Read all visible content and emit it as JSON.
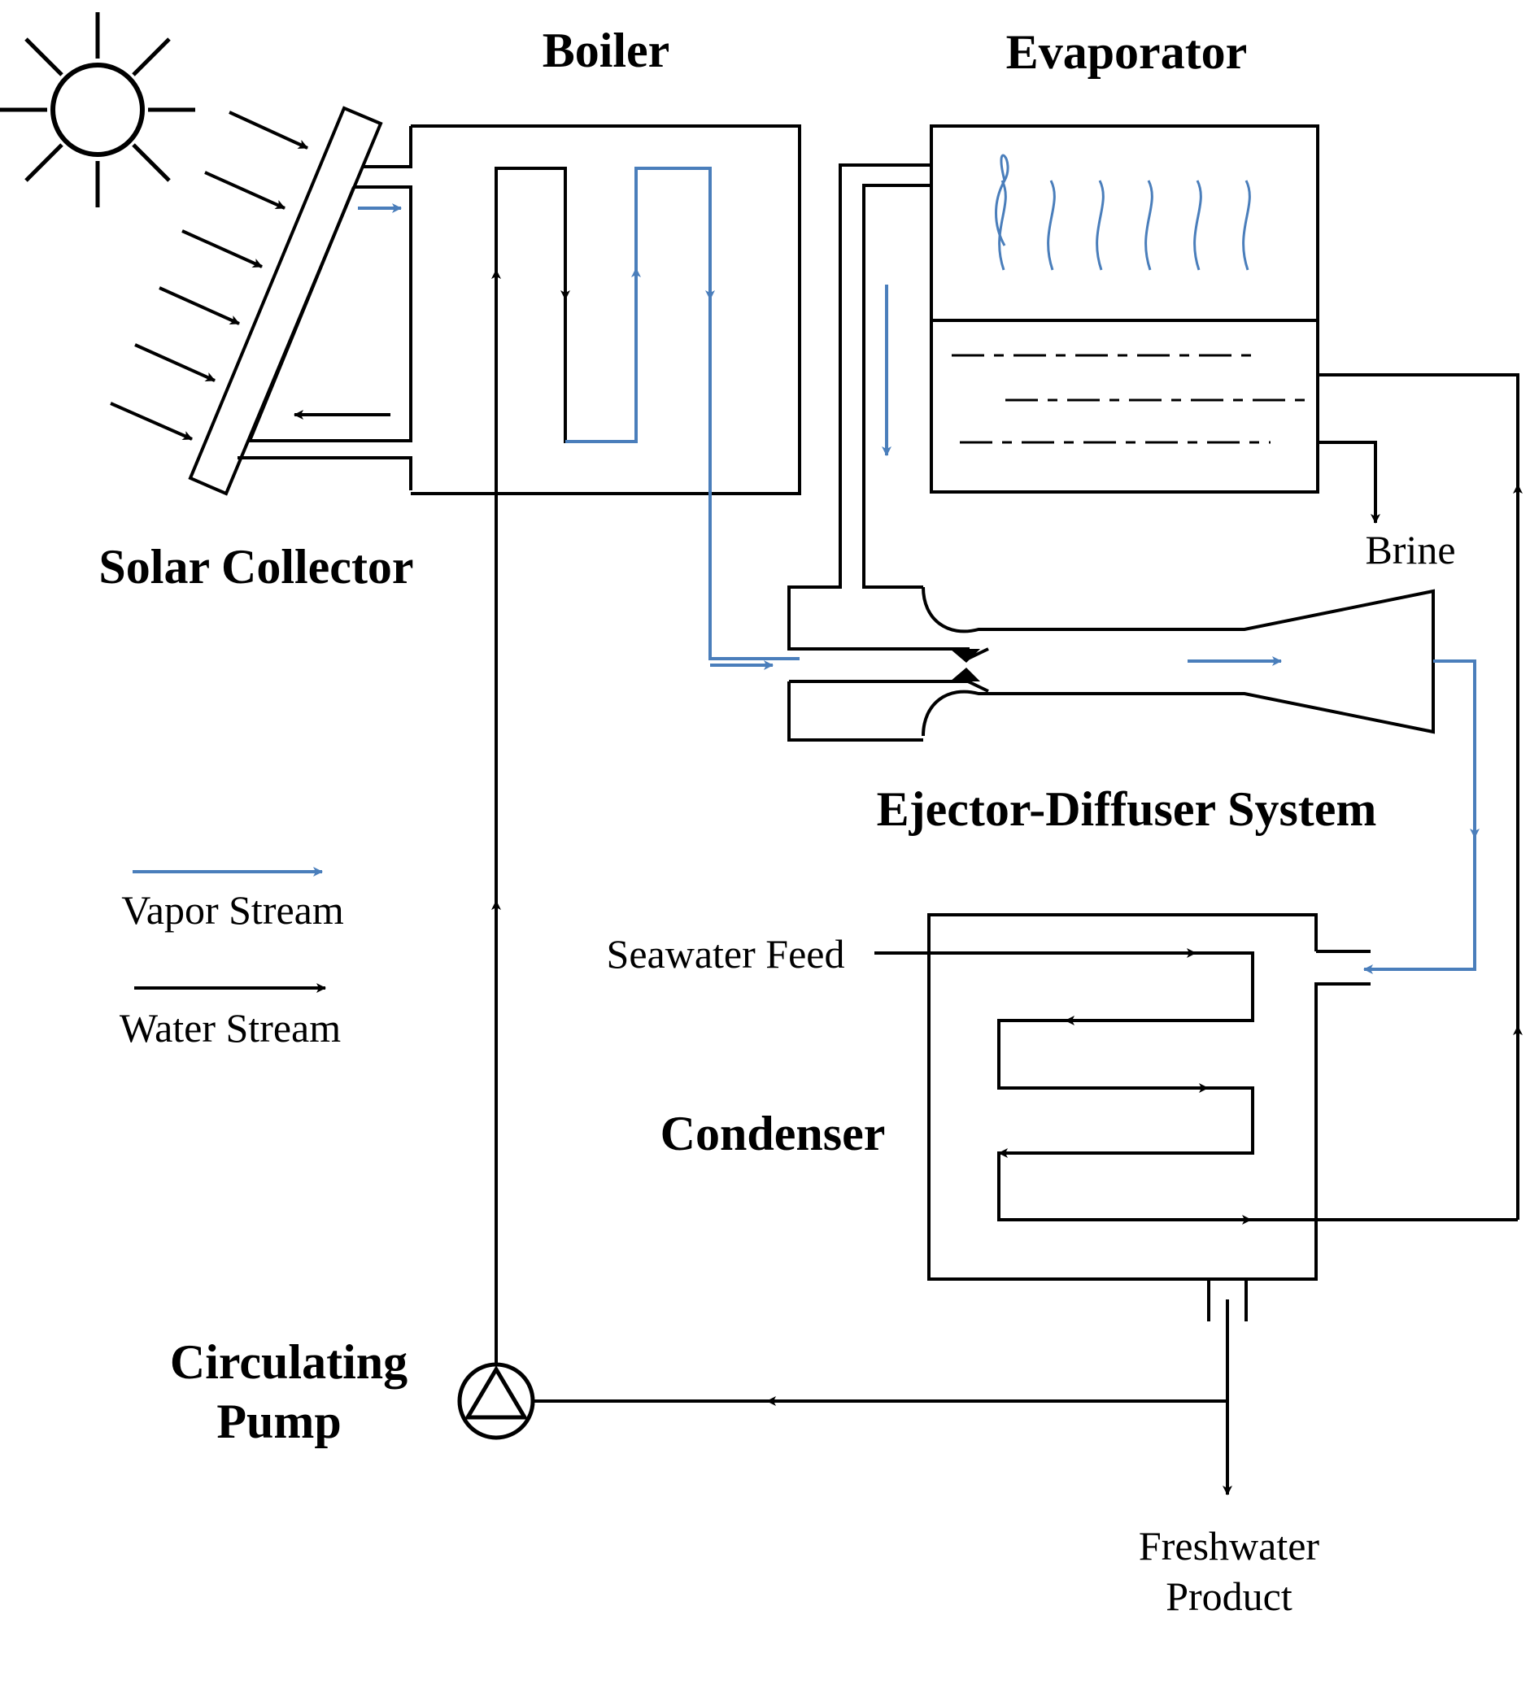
{
  "labels": {
    "boiler": "Boiler",
    "evaporator": "Evaporator",
    "solar_collector": "Solar Collector",
    "brine": "Brine",
    "ejector_diffuser": "Ejector-Diffuser System",
    "vapor_stream": "Vapor Stream",
    "water_stream": "Water Stream",
    "seawater_feed": "Seawater Feed",
    "condenser": "Condenser",
    "circulating_line1": "Circulating",
    "circulating_line2": "Pump",
    "freshwater_line1": "Freshwater",
    "freshwater_line2": "Product"
  },
  "colors": {
    "water_stream": "#000000",
    "vapor_stream": "#4a7ebb",
    "background": "#ffffff"
  }
}
